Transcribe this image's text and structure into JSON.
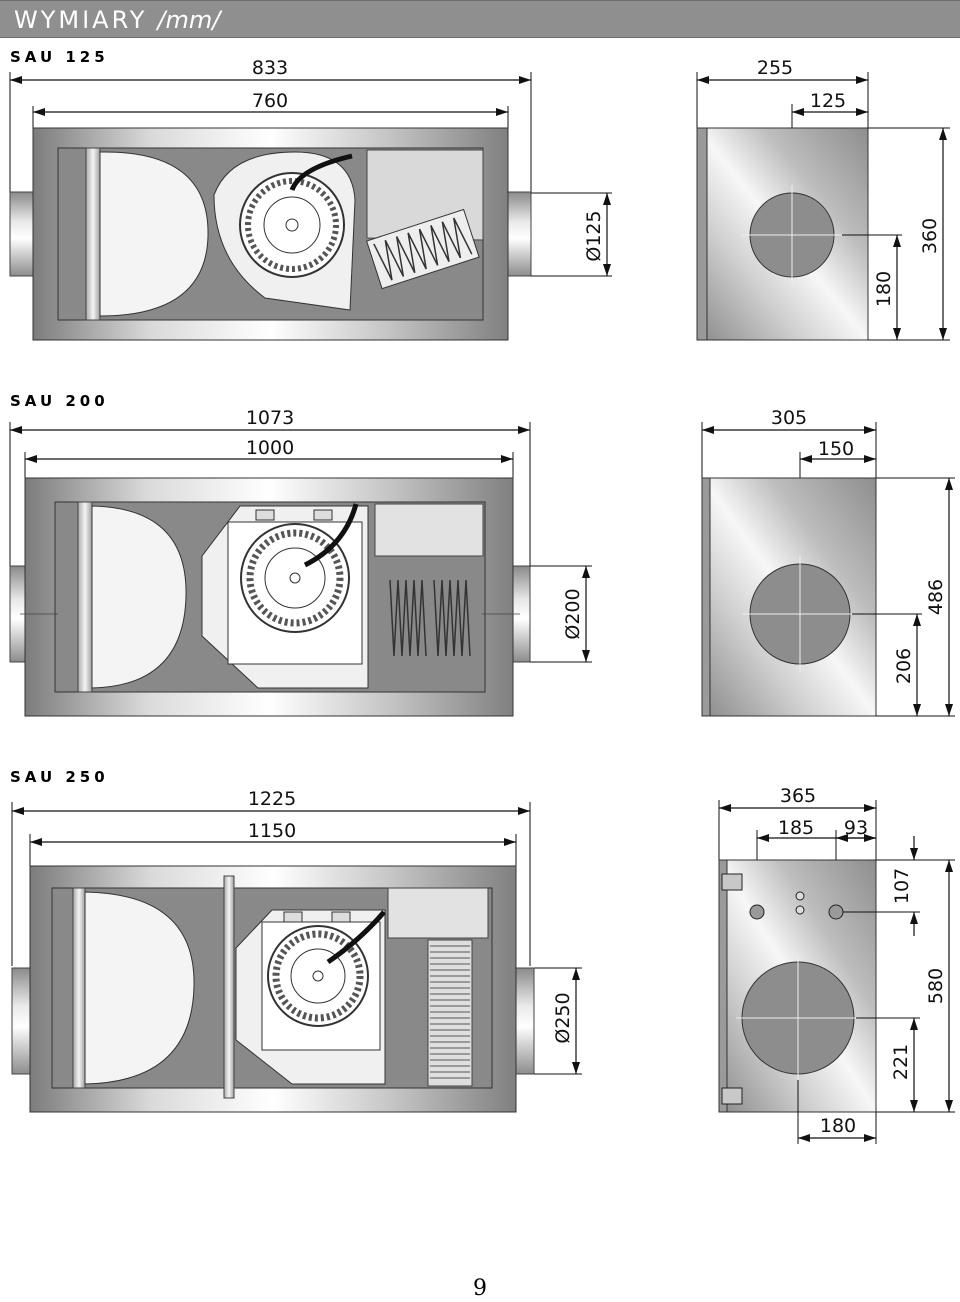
{
  "header": {
    "title": "WYMIARY",
    "unit": "/mm/"
  },
  "models": [
    {
      "label": "SAU 125",
      "front": {
        "overall": "833",
        "body": "760",
        "duct_diameter": "Ø125"
      },
      "side": {
        "width": "255",
        "outlet_offset": "125",
        "outlet_height": "180",
        "height": "360"
      }
    },
    {
      "label": "SAU 200",
      "front": {
        "overall": "1073",
        "body": "1000",
        "duct_diameter": "Ø200"
      },
      "side": {
        "width": "305",
        "outlet_offset": "150",
        "outlet_height": "206",
        "height": "486"
      }
    },
    {
      "label": "SAU 250",
      "front": {
        "overall": "1225",
        "body": "1150",
        "duct_diameter": "Ø250"
      },
      "side": {
        "width": "365",
        "conn_offset": "185",
        "conn_spacing": "93",
        "conn_height": "107",
        "height": "580",
        "outlet_height": "221",
        "outlet_offset": "180"
      }
    }
  ],
  "page_number": "9"
}
